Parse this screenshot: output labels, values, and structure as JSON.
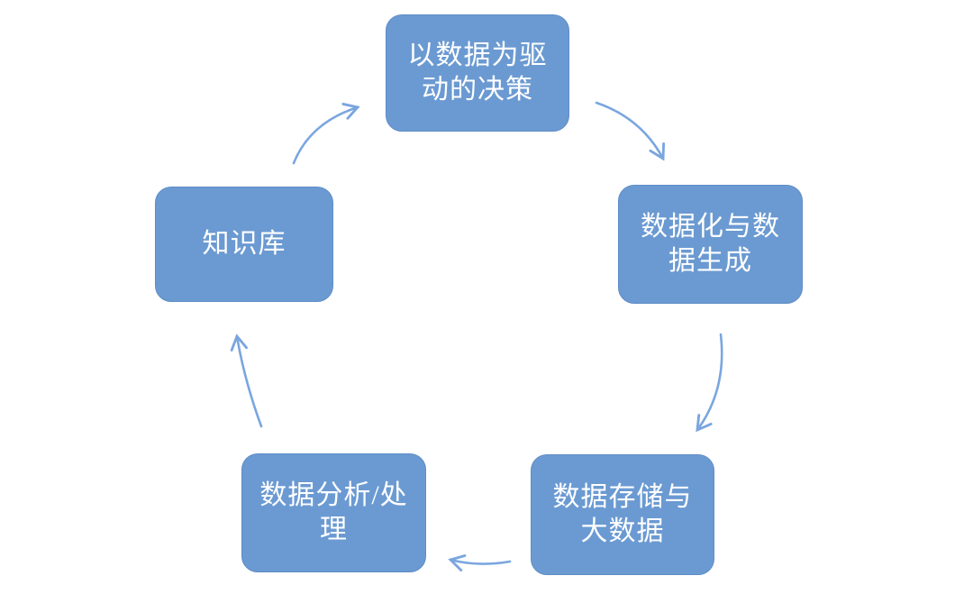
{
  "diagram": {
    "type": "cycle",
    "colors": {
      "background": "#ffffff",
      "node_fill": "#6b9ad2",
      "node_border": "#5f8dc7",
      "node_text": "#ffffff",
      "arrow": "#7aa6df"
    },
    "nodes": [
      {
        "id": "decision",
        "label": "以数据为驱动的决策",
        "position": "top"
      },
      {
        "id": "datafication",
        "label": "数据化与数据生成",
        "position": "right"
      },
      {
        "id": "storage",
        "label": "数据存储与大数据",
        "position": "bottom-right"
      },
      {
        "id": "analysis",
        "label": "数据分析/处理",
        "position": "bottom-left"
      },
      {
        "id": "knowledge",
        "label": "知识库",
        "position": "left"
      }
    ],
    "arrows": [
      {
        "from": "以数据为驱动的决策",
        "to": "数据化与数据生成"
      },
      {
        "from": "数据化与数据生成",
        "to": "数据存储与大数据"
      },
      {
        "from": "数据存储与大数据",
        "to": "数据分析/处理"
      },
      {
        "from": "数据分析/处理",
        "to": "知识库"
      },
      {
        "from": "知识库",
        "to": "以数据为驱动的决策"
      }
    ]
  }
}
